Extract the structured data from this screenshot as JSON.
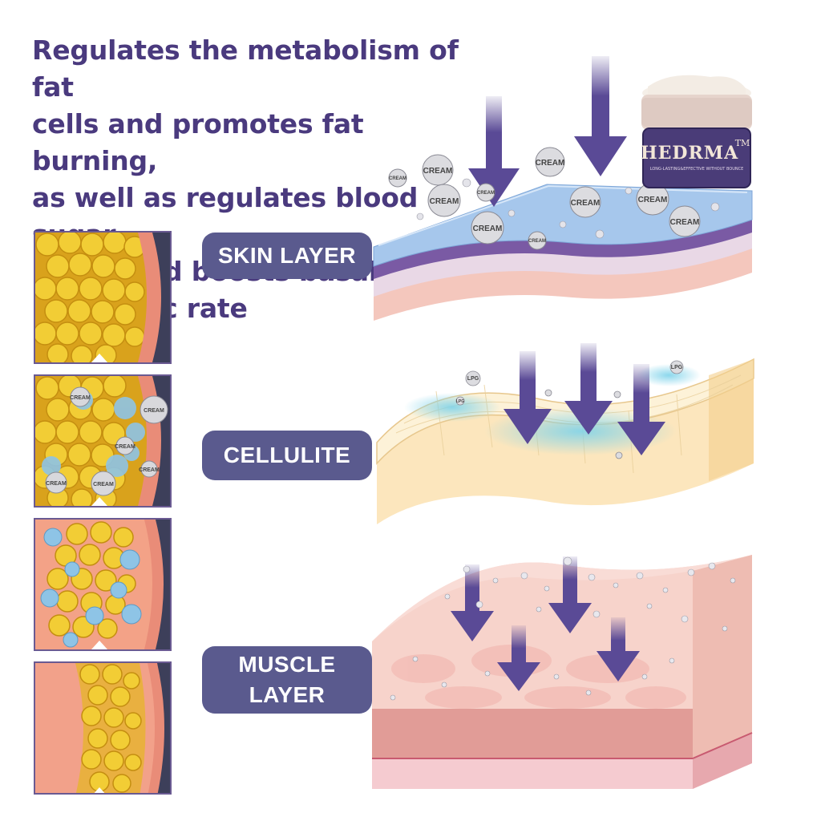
{
  "headline": "Regulates the metabolism of fat\ncells and promotes fat burning,\nas well as regulates blood sugar\nlevels and boosts basal\nmetabolic rate",
  "layers": {
    "skin": "SKIN LAYER",
    "cellulite": "CELLULITE",
    "muscle": "MUSCLE\nLAYER"
  },
  "product": {
    "brand": "HEDRMA",
    "trademark": "TM",
    "tagline": "LONG-LASTING&EFFECTIVE WITHOUT BOUNCE"
  },
  "bubble_labels": {
    "cream": "CREAM",
    "lpg": "LPG"
  },
  "colors": {
    "headline": "#4a3a7e",
    "label_bg": "#5a5a8e",
    "arrow": "#5a4a96",
    "fat": "#e8c22c",
    "panel_border": "#6a5a92",
    "skin_blue": "#a8c8ec",
    "cellulite": "#fbe7bf",
    "muscle": "#f4c4bc"
  }
}
